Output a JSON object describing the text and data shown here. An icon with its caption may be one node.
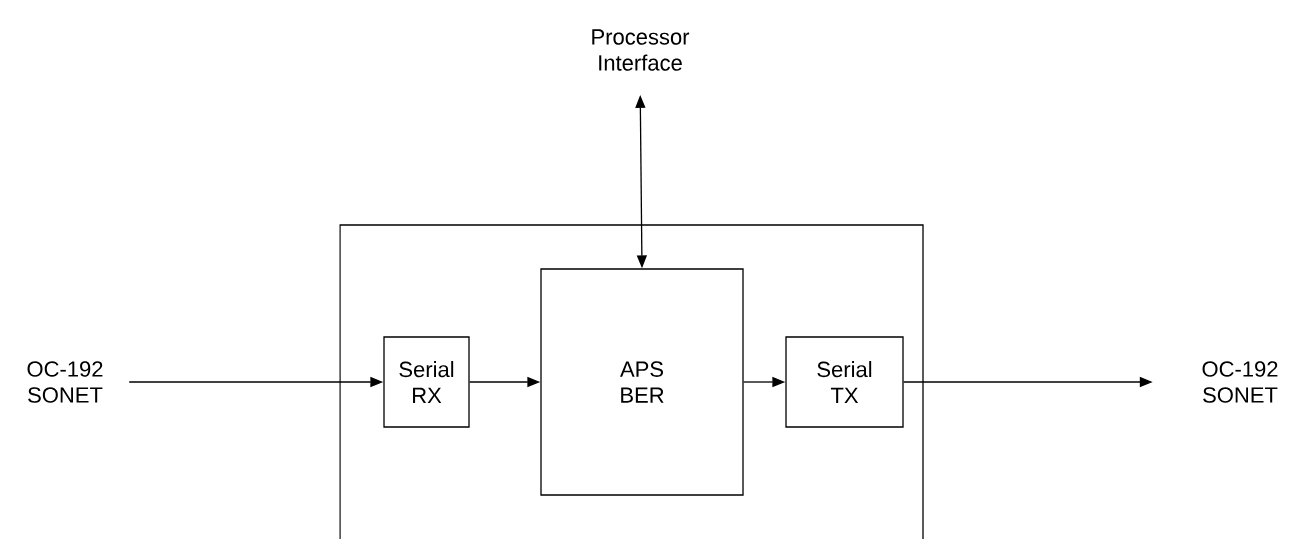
{
  "diagram": {
    "nodes": [
      {
        "text": [
          "Processor Interface"
        ]
      },
      {
        "text": [
          "OC-192 SONET"
        ]
      },
      {
        "text": [],
        "shape": "box"
      },
      {
        "text": [
          "Serial RX"
        ],
        "in": 2
      },
      {
        "text": [
          "APS BER"
        ],
        "in": 2
      },
      {
        "text": [
          "Serial TX"
        ],
        "in": 2
      },
      {
        "text": [
          "OC-192 SONET"
        ]
      }
    ],
    "edges": [
      {
        "from": 1,
        "to": 3,
        "arrow": "to"
      },
      {
        "from": 3,
        "to": 4,
        "arrow": "to"
      },
      {
        "from": 4,
        "to": 5,
        "arrow": "to"
      },
      {
        "from": 5,
        "to": 6,
        "arrow": "to"
      },
      {
        "from": 0,
        "to": 4,
        "arrow": "both"
      }
    ]
  }
}
